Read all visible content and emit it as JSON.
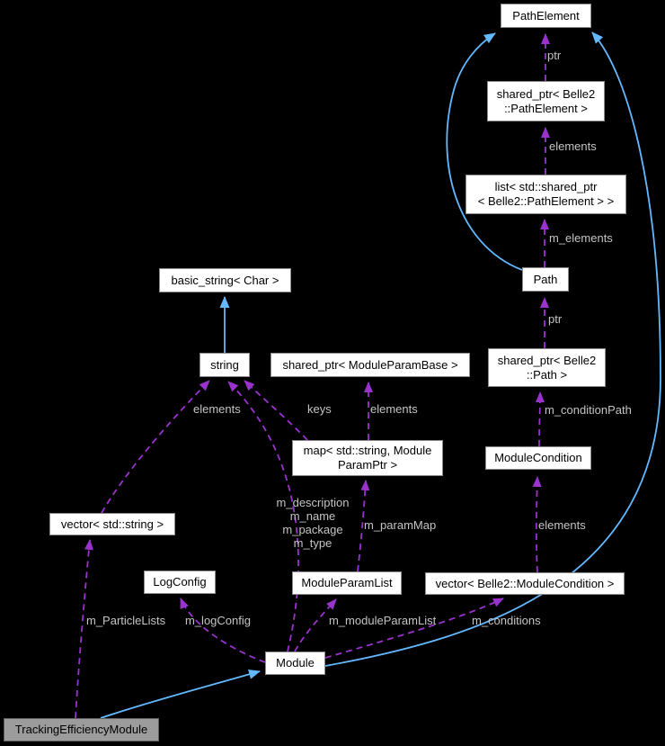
{
  "diagram": {
    "kind": "doxygen-collaboration-graph",
    "colors": {
      "background": "#000000",
      "node_fill": "#ffffff",
      "node_border": "#8b8b8b",
      "main_node_fill": "#9c9c9c",
      "inheritance_edge": "#63b8ff",
      "usage_edge": "#9a32cd",
      "edge_label_text": "#c4c4c4"
    }
  },
  "nodes": [
    {
      "id": "PathElement",
      "label": "PathElement"
    },
    {
      "id": "shared_ptr_PathElement",
      "label": "shared_ptr< Belle2\n::PathElement >"
    },
    {
      "id": "list_shared_ptr",
      "label": "list< std::shared_ptr\n< Belle2::PathElement > >"
    },
    {
      "id": "Path",
      "label": "Path"
    },
    {
      "id": "basic_string",
      "label": "basic_string< Char >"
    },
    {
      "id": "string",
      "label": "string"
    },
    {
      "id": "shared_ptr_MPB",
      "label": "shared_ptr< ModuleParamBase >"
    },
    {
      "id": "shared_ptr_Path",
      "label": "shared_ptr< Belle2\n::Path >"
    },
    {
      "id": "map_param",
      "label": "map< std::string, Module\nParamPtr >"
    },
    {
      "id": "ModuleCondition",
      "label": "ModuleCondition"
    },
    {
      "id": "vector_string",
      "label": "vector< std::string >"
    },
    {
      "id": "LogConfig",
      "label": "LogConfig"
    },
    {
      "id": "ModuleParamList",
      "label": "ModuleParamList"
    },
    {
      "id": "vector_ModuleCondition",
      "label": "vector< Belle2::ModuleCondition >"
    },
    {
      "id": "Module",
      "label": "Module"
    },
    {
      "id": "TrackingEfficiencyModule",
      "label": "TrackingEfficiencyModule"
    }
  ],
  "edge_labels": {
    "ptr_top": "ptr",
    "elements_top": "elements",
    "m_elements": "m_elements",
    "ptr_mid": "ptr",
    "m_conditionPath": "m_conditionPath",
    "elements_left": "elements",
    "keys": "keys",
    "elements_mid": "elements",
    "member_block": "m_description\nm_name\nm_package\nm_type",
    "m_paramMap": "m_paramMap",
    "elements_right": "elements",
    "m_ParticleLists": "m_ParticleLists",
    "m_logConfig": "m_logConfig",
    "m_moduleParamList": "m_moduleParamList",
    "m_conditions": "m_conditions"
  }
}
